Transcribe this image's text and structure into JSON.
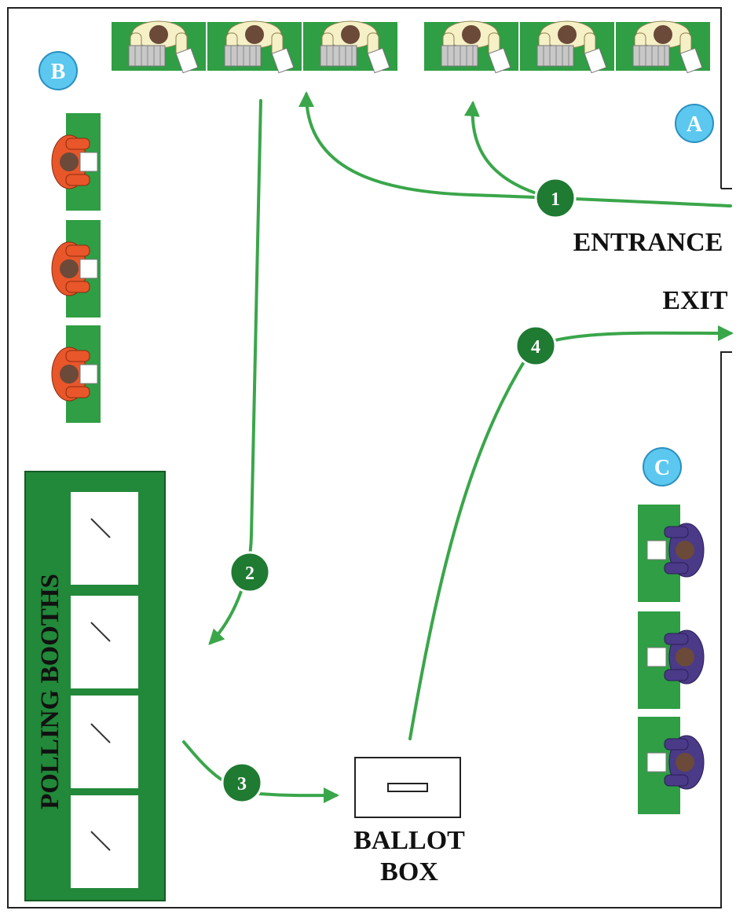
{
  "labels": {
    "zone_a": "A",
    "zone_b": "B",
    "zone_c": "C",
    "entrance": "ENTRANCE",
    "exit": "EXIT",
    "polling_booths": "POLLING BOOTHS",
    "ballot_line1": "BALLOT",
    "ballot_line2": "BOX"
  },
  "steps": [
    "1",
    "2",
    "3",
    "4"
  ],
  "colors": {
    "path_green": "#3aa64a",
    "step_fill": "#1f7a32",
    "table_green": "#2f9e44",
    "zone_badge": "#5cc8f0",
    "clerk_a_shirt": "#f6f0c6",
    "clerk_b_shirt": "#e8562a",
    "clerk_c_shirt": "#4a3a88",
    "head": "#6b4a3a",
    "booth_panel": "#22883a"
  },
  "icons": [
    "clerk-icon",
    "ballot-box-icon",
    "arrow-icon"
  ]
}
